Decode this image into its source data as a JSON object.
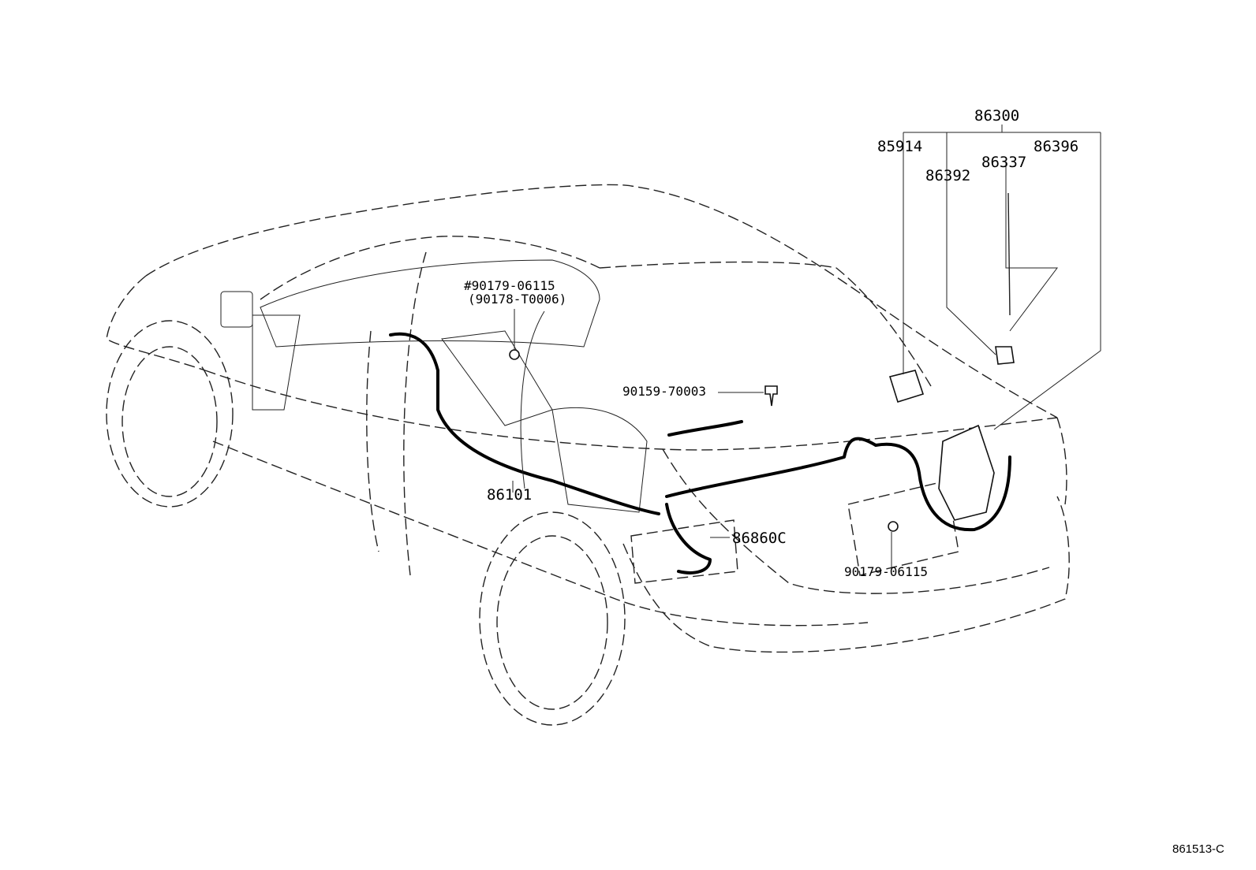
{
  "labels": {
    "p86300": "86300",
    "p85914": "85914",
    "p86396": "86396",
    "p86337": "86337",
    "p86392": "86392",
    "p90179_06115_top": "#90179-06115",
    "p90178_t0006": "(90178-T0006)",
    "p90159_70003": "90159-70003",
    "p86101": "86101",
    "p86860c": "86860C",
    "p90179_06115_bottom": "90179-06115"
  },
  "figure_ref": "861513-C"
}
